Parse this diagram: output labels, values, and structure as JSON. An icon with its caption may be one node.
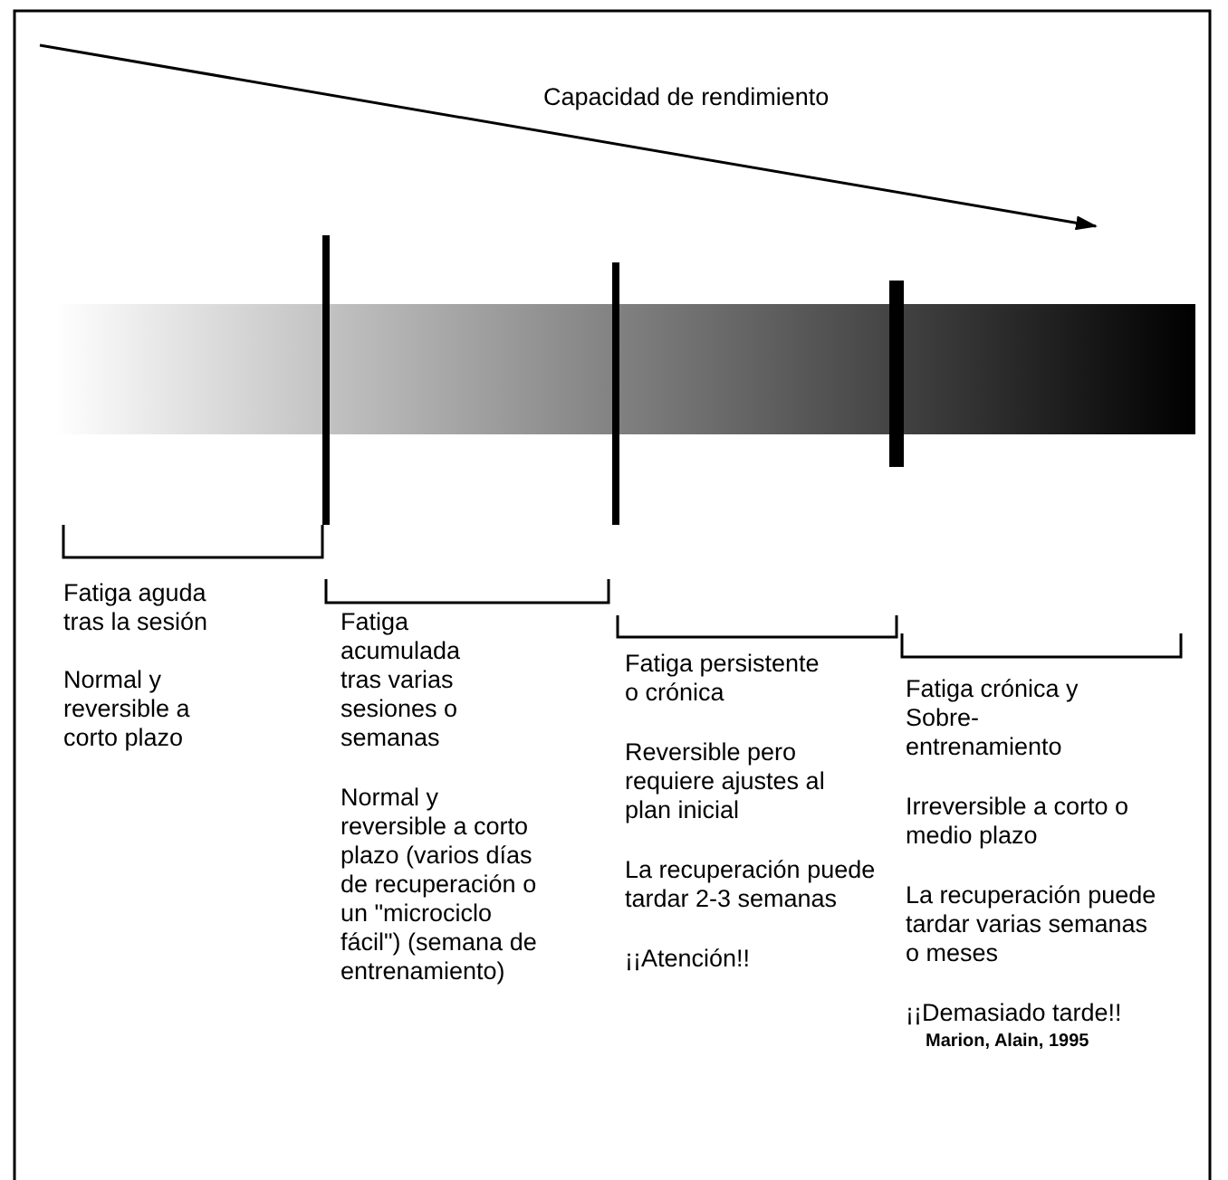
{
  "diagram": {
    "labels": [
      "Capacidad de rendimiento",
      "Fatiga aguda tras la sesión",
      "Normal y reversible a corto plazo",
      "Fatiga acumulada tras varias sesiones o semanas",
      "Normal y reversible a corto plazo (varios días de recuperación o un \"microciclo fácil\") (semana de entrenamiento)",
      "Fatiga persistente o crónica",
      "Reversible pero requiere ajustes al plan inicial",
      "La recuperación puede tardar 2-3 semanas",
      "¡¡Atención!!",
      "Fatiga crónica y Sobre-entrenamiento",
      "Irreversible a corto o medio plazo",
      "La recuperación puede tardar varias semanas o meses",
      "¡¡Demasiado tarde!!",
      "Marion, Alain, 1995"
    ]
  }
}
